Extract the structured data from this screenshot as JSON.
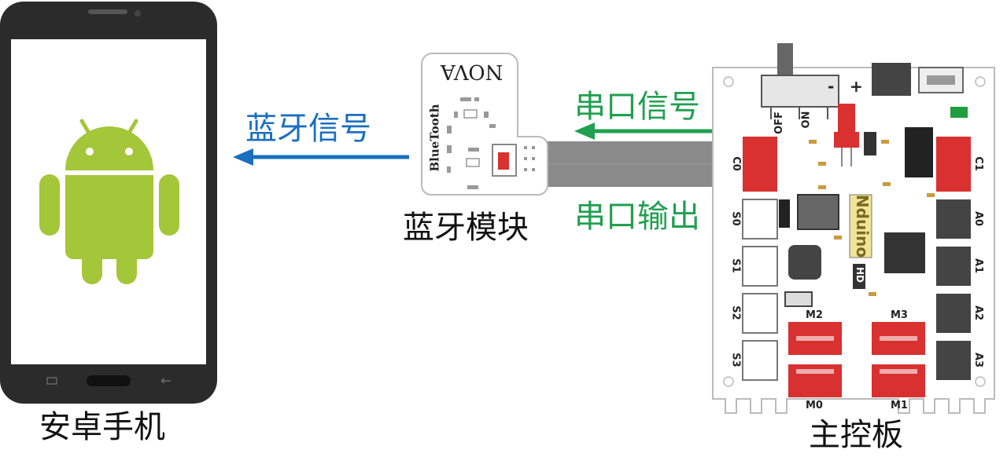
{
  "labels": {
    "phone": "安卓手机",
    "bt_module": "蓝牙模块",
    "board": "主控板",
    "bt_signal": "蓝牙信号",
    "serial_signal": "串口信号",
    "serial_output": "串口输出"
  },
  "bt_module_text": {
    "brand": "NOVA",
    "name": "BlueTooth"
  },
  "board_text": {
    "logo": "Nduino",
    "logo_suffix": "HD",
    "switch_off": "OFF",
    "switch_on": "ON",
    "minus": "-",
    "plus": "+",
    "ports_left": [
      "C0",
      "S0",
      "S1",
      "S2",
      "S3"
    ],
    "ports_right": [
      "C1",
      "A0",
      "A1",
      "A2",
      "A3"
    ],
    "motors": [
      "M2",
      "M3",
      "M0",
      "M1"
    ]
  },
  "colors": {
    "android_green": "#a4c639",
    "blue_arrow": "#1a6fbf",
    "green_arrow": "#20a050",
    "connector_red": "#d93030",
    "connector_dark": "#444444",
    "cable": "#8a8a8a"
  }
}
